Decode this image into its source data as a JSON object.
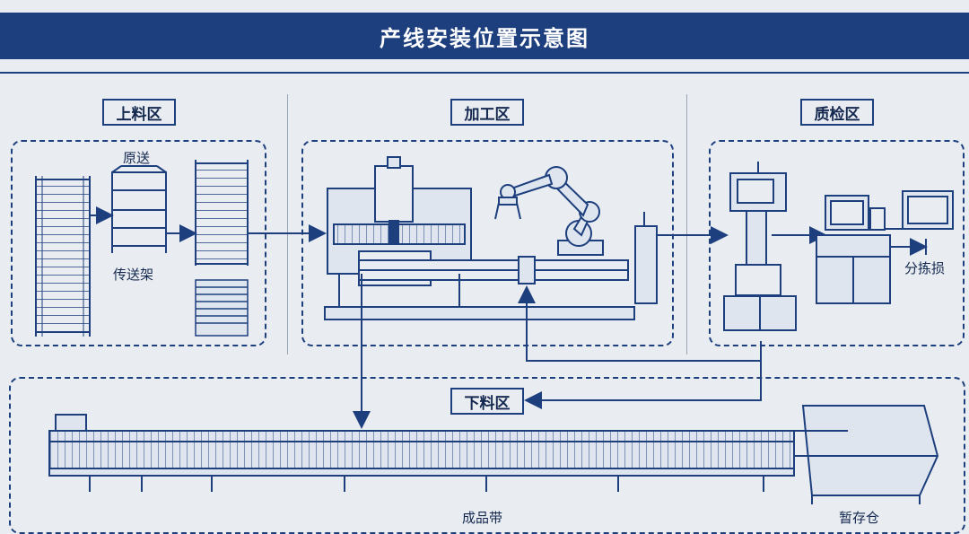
{
  "title": "产线安装位置示意图",
  "zones": {
    "loading": "上料区",
    "machining": "加工区",
    "inspection": "质检区",
    "unloading": "下料区"
  },
  "labels": {
    "raw_feed": "原送",
    "conveyor_rack": "传送架",
    "sort_damage": "分拣损",
    "product_belt": "成品带",
    "temp_storage": "暂存仓"
  },
  "colors": {
    "primary": "#1d3f7e",
    "background": "#e9edf2",
    "text": "#14284f"
  }
}
